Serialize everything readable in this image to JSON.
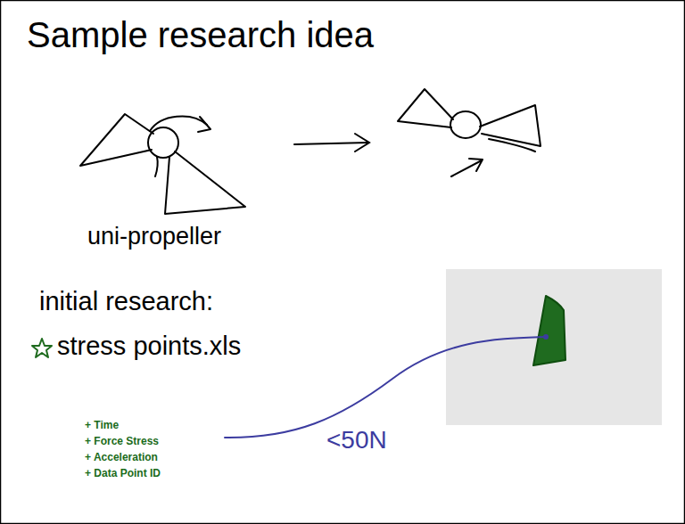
{
  "diagram": {
    "title": "Sample research idea",
    "labels": [
      "uni-propeller",
      "initial research:",
      "stress points.xls",
      "+ Time",
      "+ Force Stress",
      "+ Acceleration",
      "+ Data Point ID",
      "<50N"
    ]
  }
}
